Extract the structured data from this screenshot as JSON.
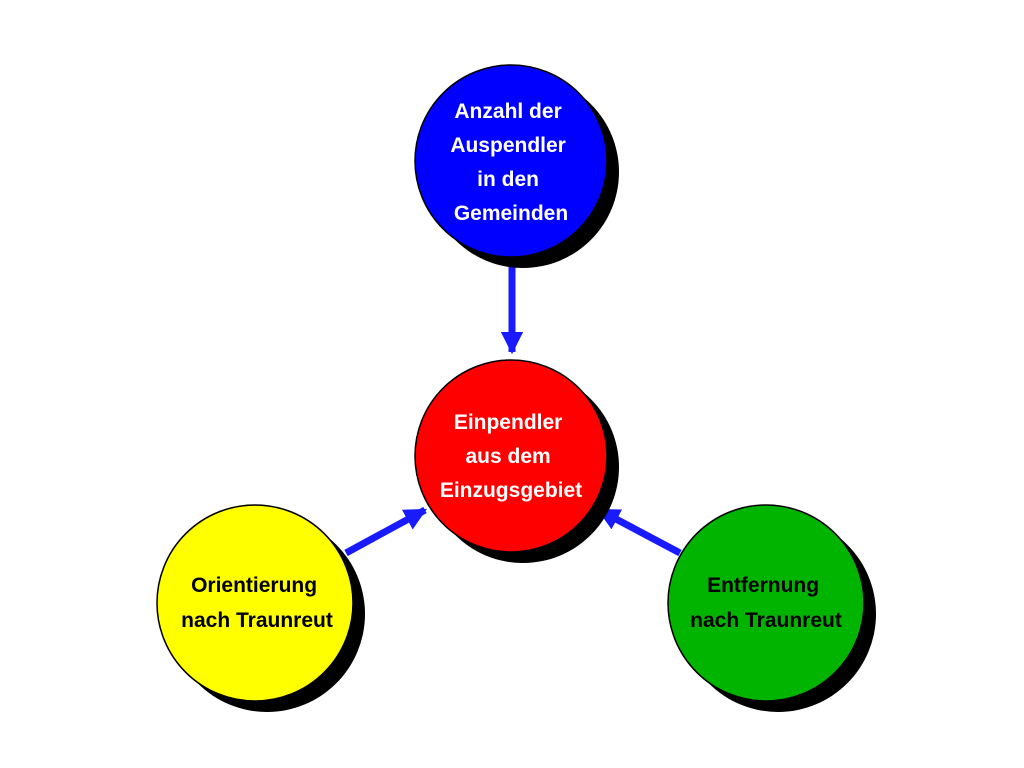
{
  "diagram": {
    "nodes": {
      "top": {
        "lines": [
          "Anzahl der",
          "Auspendler",
          "in den",
          "Gemeinden"
        ],
        "fill": "#0000ff",
        "text_color": "#ffffff"
      },
      "center": {
        "lines": [
          "Einpendler",
          "aus dem",
          "Einzugsgebiet"
        ],
        "fill": "#ff0000",
        "text_color": "#ffffff"
      },
      "left": {
        "lines": [
          "Orientierung",
          "nach Traunreut"
        ],
        "fill": "#ffff00",
        "text_color": "#000000"
      },
      "right": {
        "lines": [
          "Entfernung",
          "nach Traunreut"
        ],
        "fill": "#00b400",
        "text_color": "#000000"
      }
    },
    "arrow_color": "#1a1aff",
    "shadow_color": "#000000"
  }
}
